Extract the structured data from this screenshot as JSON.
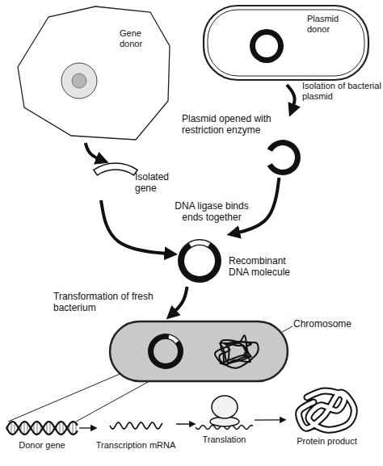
{
  "diagram": {
    "nodes": [
      {
        "text": [
          "Gene donor"
        ]
      },
      {
        "text": [
          "Plasmid donor"
        ]
      },
      {
        "text": [
          "Isolated gene"
        ]
      },
      {
        "text": [
          "Plasmid opened with restriction enzyme"
        ]
      },
      {
        "text": [
          "Recombinant DNA molecule"
        ]
      },
      {
        "text": [
          "Chromosome"
        ]
      },
      {
        "text": [
          "Donor gene"
        ]
      },
      {
        "text": [
          "Transcription mRNA"
        ]
      },
      {
        "text": [
          "Translation"
        ]
      },
      {
        "text": [
          "Protein product"
        ]
      }
    ],
    "edges": [
      {
        "from": 0,
        "to": 2,
        "arrow": "to"
      },
      {
        "from": 1,
        "to": 3,
        "arrow": "to",
        "label": "Isolation of bacterial plasmid"
      },
      {
        "from": 2,
        "to": 4,
        "arrow": "to"
      },
      {
        "from": 3,
        "to": 4,
        "arrow": "to"
      },
      {
        "from": 4,
        "to": 5,
        "arrow": "to",
        "label": "Transformation of fresh bacterium"
      },
      {
        "from": 6,
        "to": 7,
        "arrow": "to"
      },
      {
        "from": 7,
        "to": 8,
        "arrow": "to"
      },
      {
        "from": 8,
        "to": 9,
        "arrow": "to"
      }
    ],
    "labels": [
      "DNA ligase binds ends together"
    ]
  }
}
